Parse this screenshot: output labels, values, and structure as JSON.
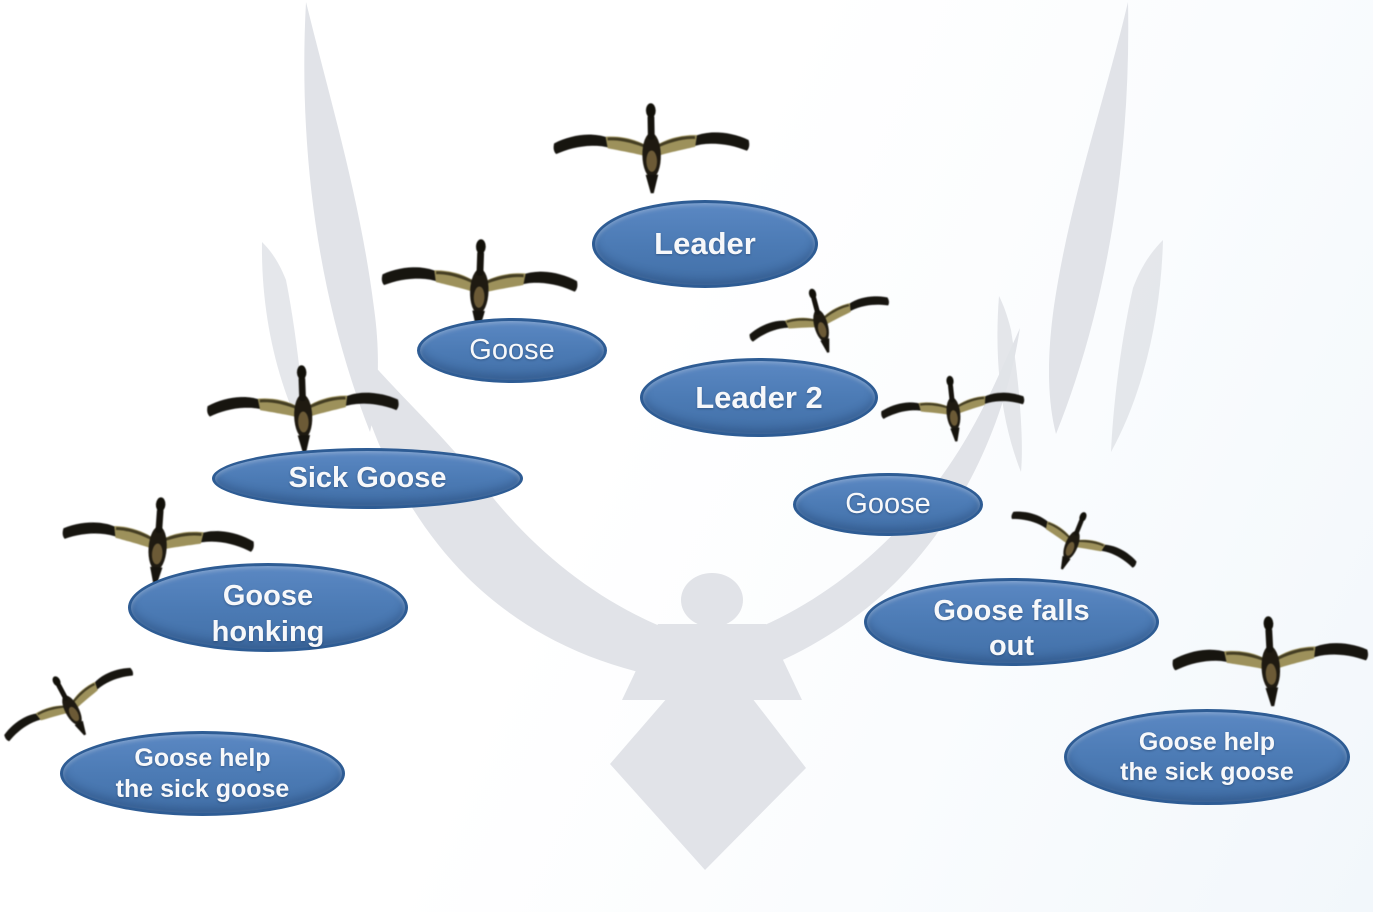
{
  "diagram": {
    "description": "Geese flying in V formation with role labels",
    "watermark_icon": "eagle-wings-watermark",
    "goose_icon": "canada-goose-photo",
    "goose_count": 9,
    "colors": {
      "ellipse_fill": "#4c7bb5",
      "ellipse_border": "#2e5c94",
      "label_text": "#f7f8fa",
      "watermark_gray": "#e1e3e8",
      "background": "#ffffff"
    },
    "nodes": [
      {
        "id": "leader",
        "lines": [
          "Leader"
        ]
      },
      {
        "id": "goose-upper-left",
        "lines": [
          "Goose"
        ]
      },
      {
        "id": "leader-2",
        "lines": [
          "Leader 2"
        ]
      },
      {
        "id": "sick-goose",
        "lines": [
          "Sick Goose"
        ]
      },
      {
        "id": "goose-honking",
        "lines": [
          "Goose",
          "honking"
        ]
      },
      {
        "id": "goose-right",
        "lines": [
          "Goose"
        ]
      },
      {
        "id": "goose-falls-out",
        "lines": [
          "Goose falls",
          "out"
        ]
      },
      {
        "id": "goose-help-left",
        "lines": [
          "Goose help",
          "the sick goose"
        ]
      },
      {
        "id": "goose-help-right",
        "lines": [
          "Goose help",
          "the sick goose"
        ]
      }
    ]
  }
}
